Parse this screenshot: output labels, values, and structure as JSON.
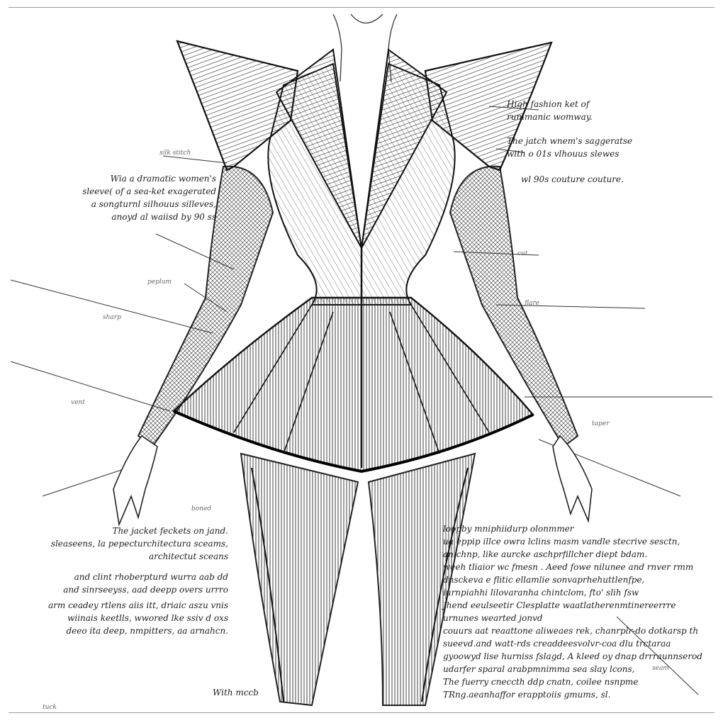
{
  "annotations": {
    "top_right": [
      "High fashion ket of",
      "rummanic womway."
    ],
    "mid_right": [
      "The jatch wnem's saggeratse",
      "with o 01s vlhouus slewes"
    ],
    "right_3": "wl 90s couture couture.",
    "top_left": [
      "Wia a dramatic women's",
      "sleeve( of a sea-ket exagerated",
      "a songturnl silhouus silleves,",
      "anoyd al waiisd by 90 ss"
    ],
    "mid_left": [
      "The jacket feckets on jand.",
      "sleaseens,  la pepecturchitectura sceams,",
      "architectut sceans"
    ],
    "bottom_left_1": [
      "and clint rhoberpturd wurra aab dd",
      "and sinrseeyss,  aad deepp overs urrro"
    ],
    "bottom_left_2": [
      "arm ceadey rtlens aiis itt, driaic aszu vnis",
      "wiinais keetlls, wwored lke ssiv d oxs",
      "deeo ita deep, nmpitters, aa arnahcn."
    ],
    "bottom_center": "With mccb",
    "bottom_right": [
      "loopby mniphiidurp olonmmer",
      "ua eppip illce owra lclins masm vandle stecrive sesctn,",
      "an chnp, like aurcke aschprfillcher diept bdam.",
      "weeh tliaior wc fmesn . Aeed fowe nilunee and rnver rmm",
      "dnsckeva e flitic ellamlie sonvaprhehuttlenfpe,",
      "iurnpiahhi lilovaranha chintclom, fto' slih fsw",
      "Jhend eeulseetir Clesplatte waatlatherenmtinereerrre",
      "urnunes wearted jonvd",
      "couurs aat reaattone aliweaes rek, chanrplr-do dotkarsp th",
      "sueevd.and watt-rds creaddeesvolvr-coa dlu trctaraa",
      "gyoowyd lise hurniss fslagd, A kleed oy dnap drrraunnserod",
      "udarfer sparal arabpmnimma sea slay lcons,",
      "The fuerry cneccth ddp cnatn, coilee nsnpme",
      "TRng.aeanhaffor erapptoiis gmums, sl."
    ],
    "scribbles": [
      "silk stitch",
      "peplum",
      "sharp",
      "vent",
      "boned",
      "cut",
      "flare",
      "taper",
      "seam",
      "tuck"
    ]
  }
}
